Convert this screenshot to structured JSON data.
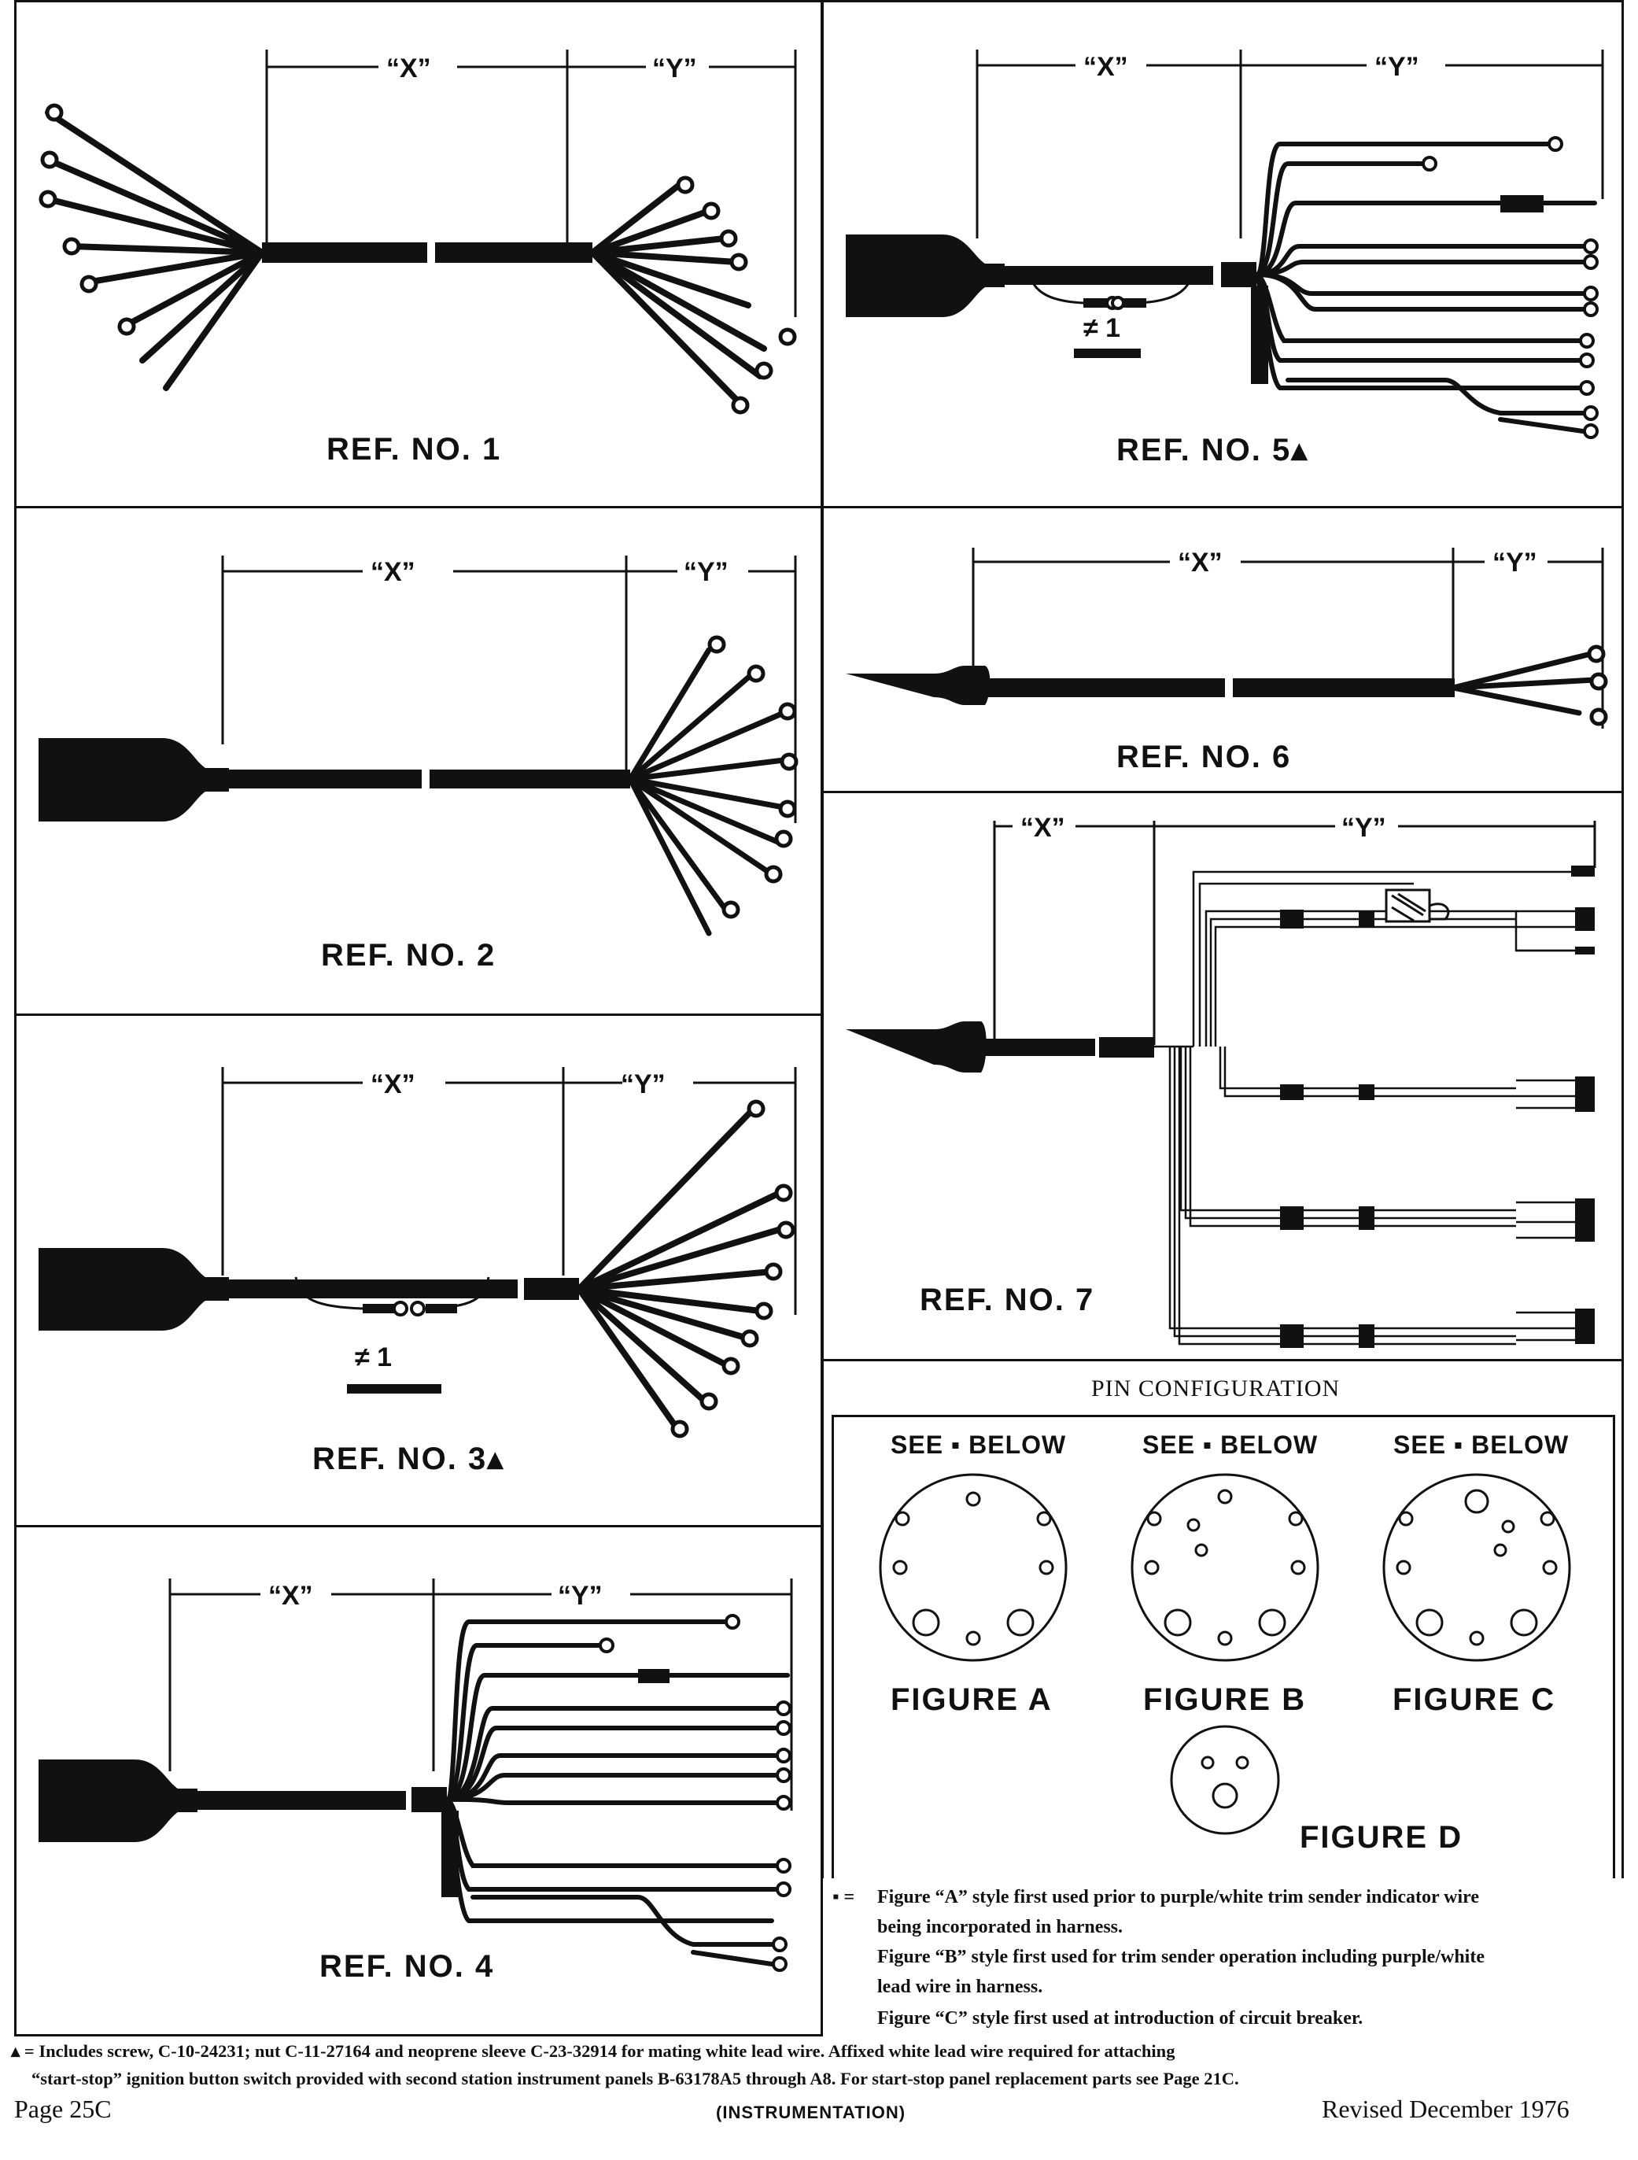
{
  "diagrams": {
    "ref1": {
      "label": "REF. NO. 1",
      "x_label": "“X”",
      "y_label": "“Y”"
    },
    "ref2": {
      "label": "REF. NO. 2",
      "x_label": "“X”",
      "y_label": "“Y”"
    },
    "ref3": {
      "label": "REF. NO. 3▴",
      "x_label": "“X”",
      "y_label": "“Y”",
      "sleeve_mark": "≠ 1"
    },
    "ref4": {
      "label": "REF. NO. 4",
      "x_label": "“X”",
      "y_label": "“Y”"
    },
    "ref5": {
      "label": "REF. NO. 5▴",
      "x_label": "“X”",
      "y_label": "“Y”",
      "sleeve_mark": "≠ 1"
    },
    "ref6": {
      "label": "REF. NO. 6",
      "x_label": "“X”",
      "y_label": "“Y”"
    },
    "ref7": {
      "label": "REF. NO. 7",
      "x_label": "“X”",
      "y_label": "“Y”"
    }
  },
  "pin_configuration": {
    "title": "PIN CONFIGURATION",
    "see_below": "SEE ▪ BELOW",
    "figures": [
      "FIGURE A",
      "FIGURE B",
      "FIGURE C",
      "FIGURE D"
    ]
  },
  "notes": {
    "marker": "▪ =",
    "line1": "Figure “A” style first used prior to purple/white trim sender indicator wire",
    "line2": "being incorporated in harness.",
    "line3": "Figure “B” style first used for trim sender operation including purple/white",
    "line4": "lead wire in harness.",
    "line5": "Figure “C” style first used at introduction of circuit breaker."
  },
  "footnote": {
    "line1": "▴ = Includes screw, C-10-24231; nut C-11-27164 and neoprene sleeve C-23-32914 for mating white lead wire. Affixed white lead wire required for attaching",
    "line2": "“start-stop” ignition button switch provided with second station instrument panels B-63178A5 through A8. For start-stop panel replacement parts see Page 21C."
  },
  "footer": {
    "page": "Page 25C",
    "section": "(INSTRUMENTATION)",
    "revised": "Revised December 1976"
  },
  "colors": {
    "ink": "#111111",
    "paper": "#ffffff"
  }
}
